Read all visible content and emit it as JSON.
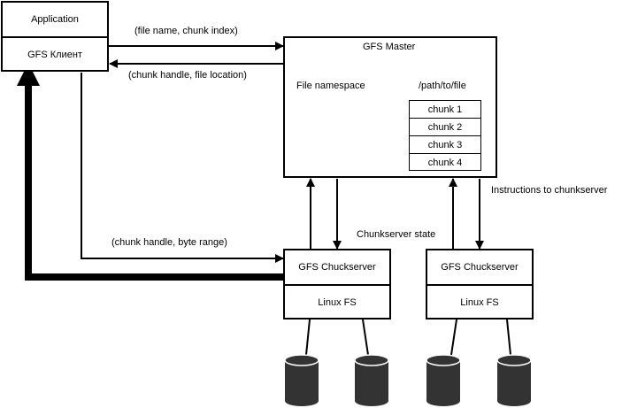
{
  "client": {
    "application_label": "Application",
    "client_label": "GFS Клиент"
  },
  "master": {
    "title": "GFS Master",
    "namespace_label": "File namespace",
    "path_label": "/path/to/file",
    "chunks": [
      "chunk 1",
      "chunk 2",
      "chunk 3",
      "chunk 4"
    ]
  },
  "chunkservers": [
    {
      "name": "GFS Chuckserver",
      "fs": "Linux FS"
    },
    {
      "name": "GFS Chuckserver",
      "fs": "Linux FS"
    }
  ],
  "edges": {
    "request": "(file name, chunk index)",
    "reply": "(chunk handle, file location)",
    "data_request": "(chunk handle, byte range)",
    "chunkserver_state": "Chunkserver state",
    "instructions": "Instructions to chunkserver"
  },
  "colors": {
    "line": "#000000",
    "disk": "#333333",
    "background": "#ffffff"
  }
}
